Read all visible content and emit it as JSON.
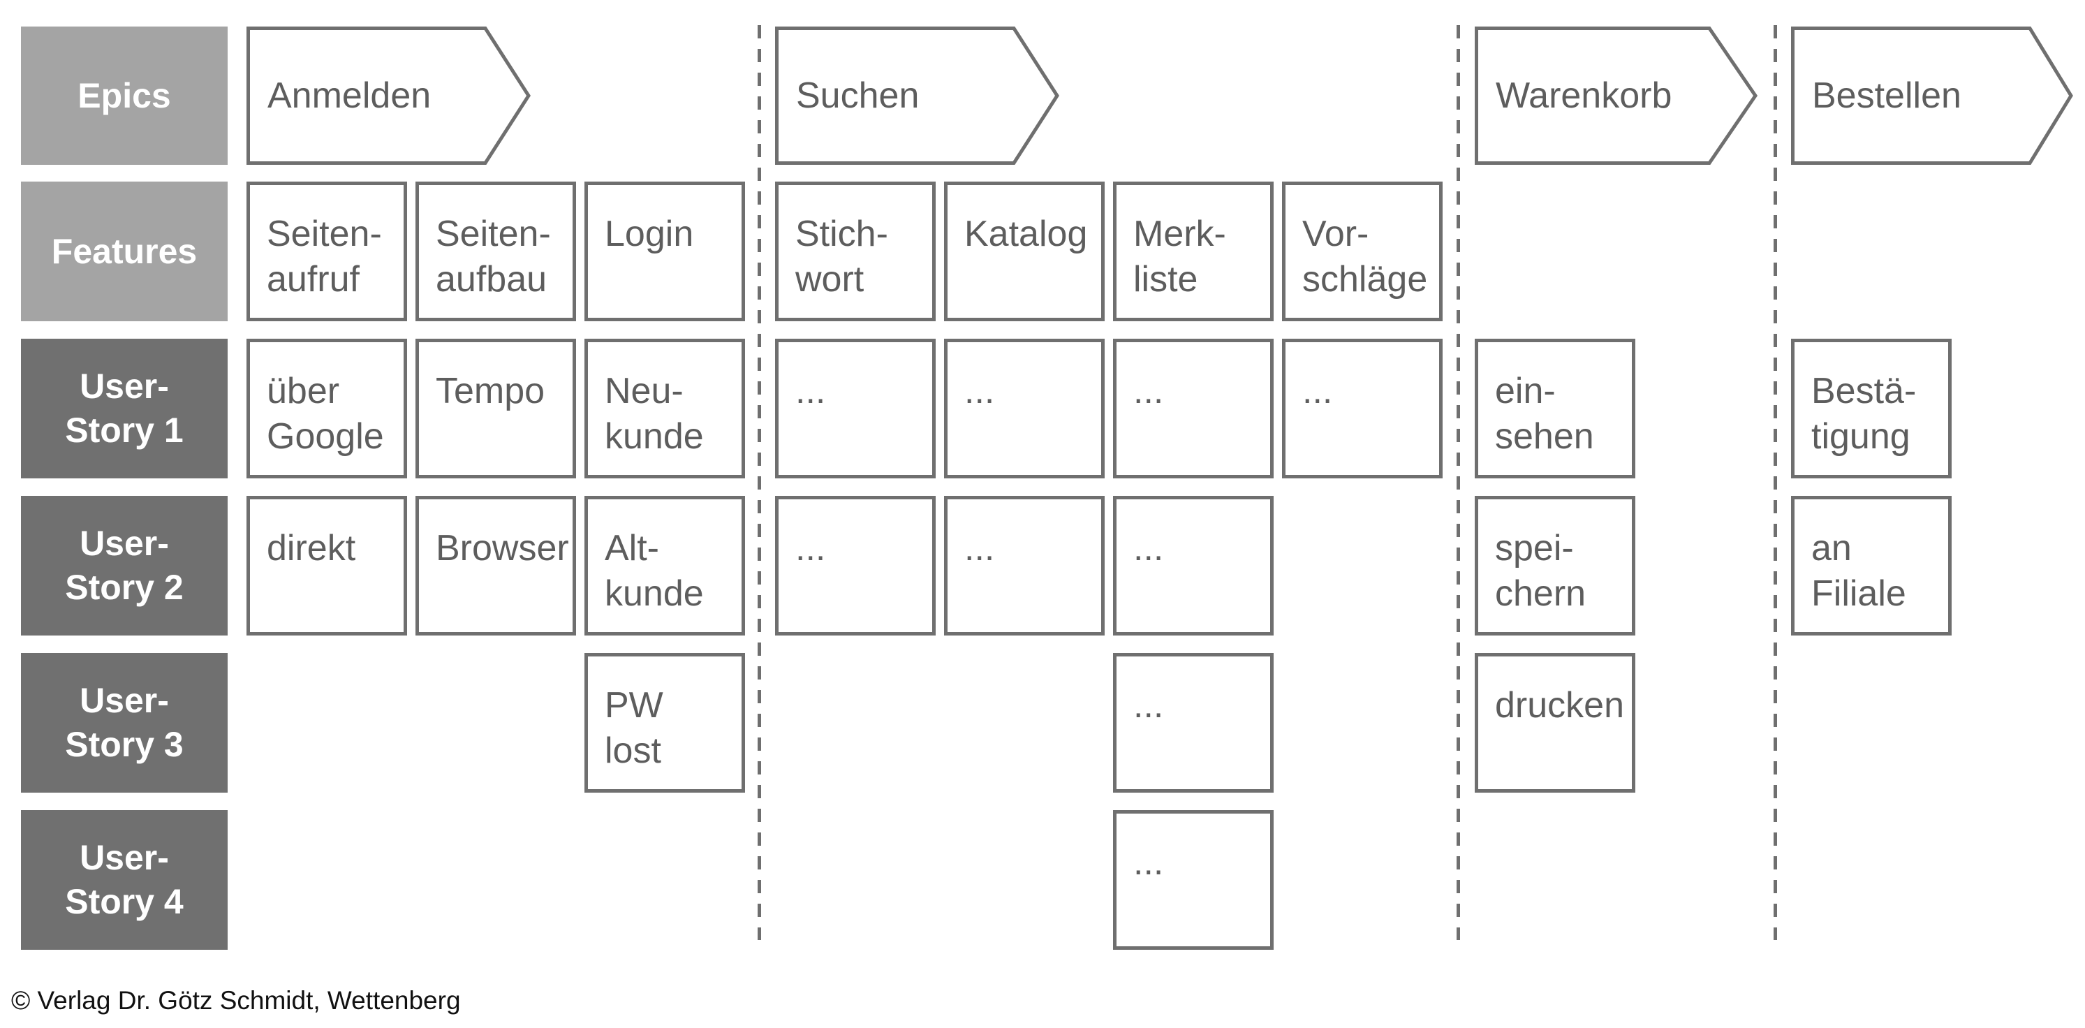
{
  "axis": {
    "epics_label": "Epics",
    "features_label": "Features"
  },
  "epics": [
    {
      "label": "Anmelden"
    },
    {
      "label": "Suchen"
    },
    {
      "label": "Warenkorb"
    },
    {
      "label": "Bestellen"
    }
  ],
  "features": [
    {
      "label": "Seiten-\naufruf"
    },
    {
      "label": "Seiten-\naufbau"
    },
    {
      "label": "Login"
    },
    {
      "label": "Stich-\nwort"
    },
    {
      "label": "Katalog"
    },
    {
      "label": "Merk-\nliste"
    },
    {
      "label": "Vor-\nschläge"
    }
  ],
  "stories": [
    {
      "label": "User-\nStory 1",
      "cards": [
        "über\nGoogle",
        "Tempo",
        "Neu-\nkunde",
        "...",
        "...",
        "...",
        "...",
        "ein-\nsehen",
        "Bestä-\ntigung"
      ]
    },
    {
      "label": "User-\nStory 2",
      "cards": [
        "direkt",
        "Browser",
        "Alt-\nkunde",
        "...",
        "...",
        "...",
        "spei-\nchern",
        "an\nFiliale"
      ]
    },
    {
      "label": "User-\nStory 3",
      "cards": [
        "PW\nlost",
        "...",
        "drucken"
      ]
    },
    {
      "label": "User-\nStory 4",
      "cards": [
        "..."
      ]
    }
  ],
  "footer": {
    "copyright": "© Verlag Dr. Götz Schmidt, Wettenberg"
  },
  "colors": {
    "header_label_bg": "#a4a4a4",
    "story_label_bg": "#707070",
    "label_text": "#ffffff",
    "card_border": "#6f6f6f",
    "card_text": "#5d5d5d",
    "dashed_divider": "#6f6f6f",
    "copyright_text": "#111111",
    "background": "#ffffff"
  }
}
